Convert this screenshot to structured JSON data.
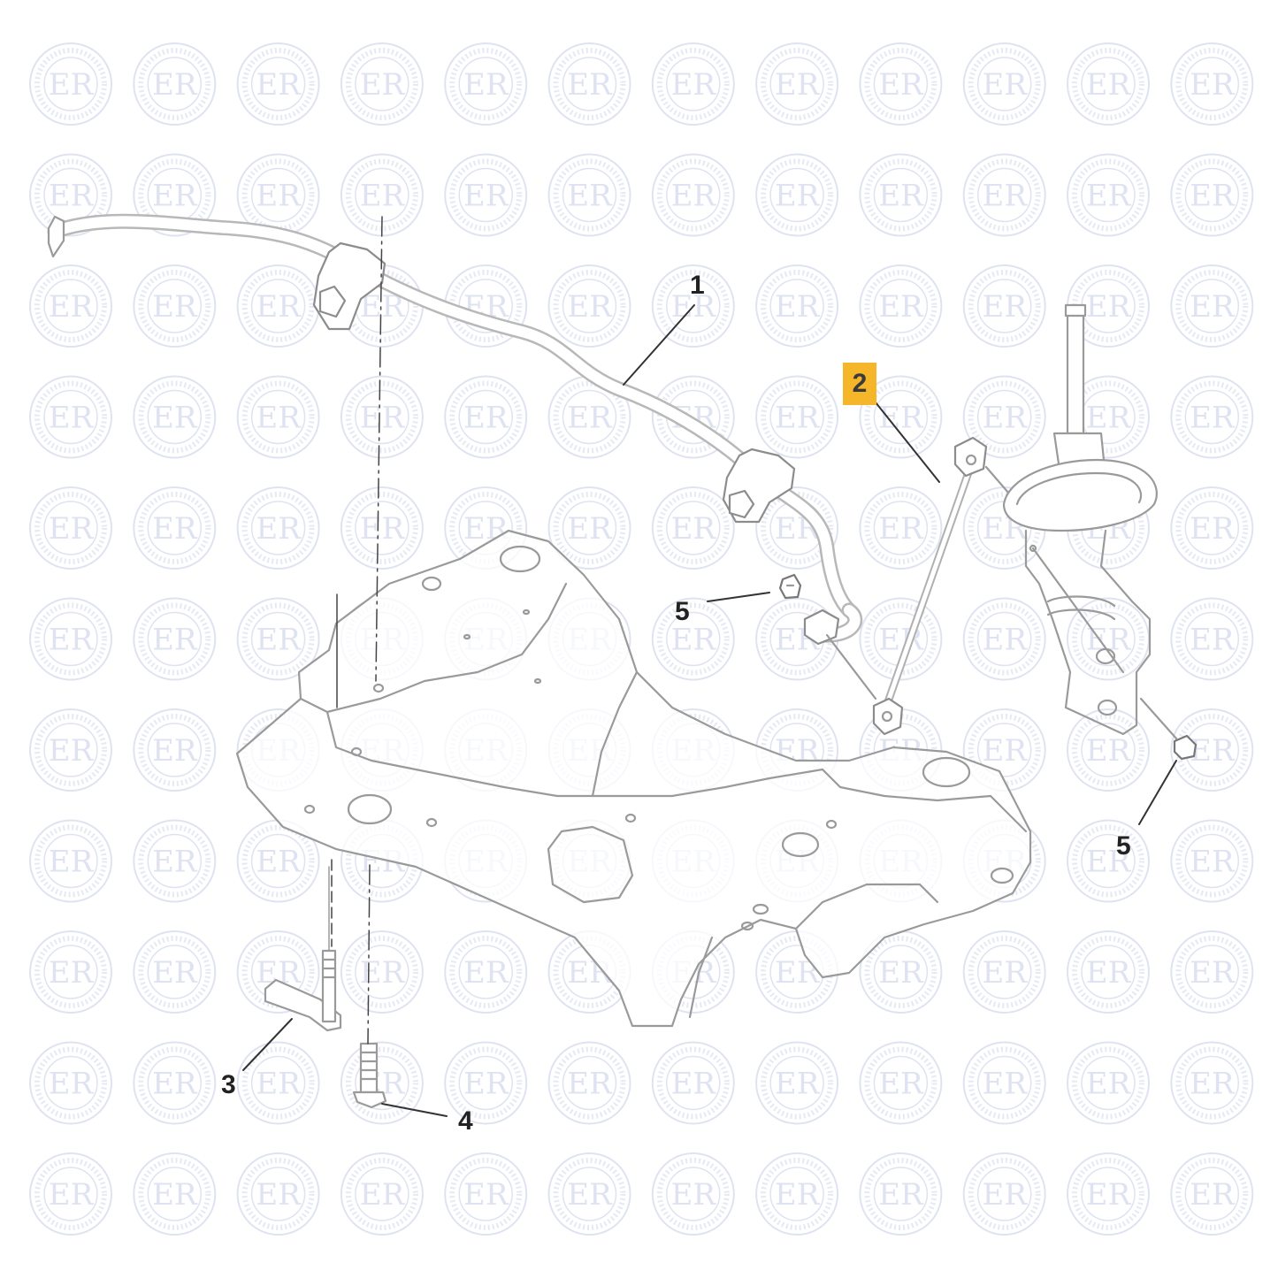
{
  "watermark": {
    "text": "ER"
  },
  "callouts": [
    {
      "id": "1",
      "label": "1",
      "highlighted": false
    },
    {
      "id": "2",
      "label": "2",
      "highlighted": true
    },
    {
      "id": "3",
      "label": "3",
      "highlighted": false
    },
    {
      "id": "4",
      "label": "4",
      "highlighted": false
    },
    {
      "id": "5a",
      "label": "5",
      "highlighted": false
    },
    {
      "id": "5b",
      "label": "5",
      "highlighted": false
    }
  ],
  "colors": {
    "highlight": "#f5b62a",
    "callout_text": "#222222",
    "part_stroke": "#9a9a9a",
    "part_fill": "#ffffff",
    "watermark": "#dfe3f1",
    "leader": "#333333"
  }
}
